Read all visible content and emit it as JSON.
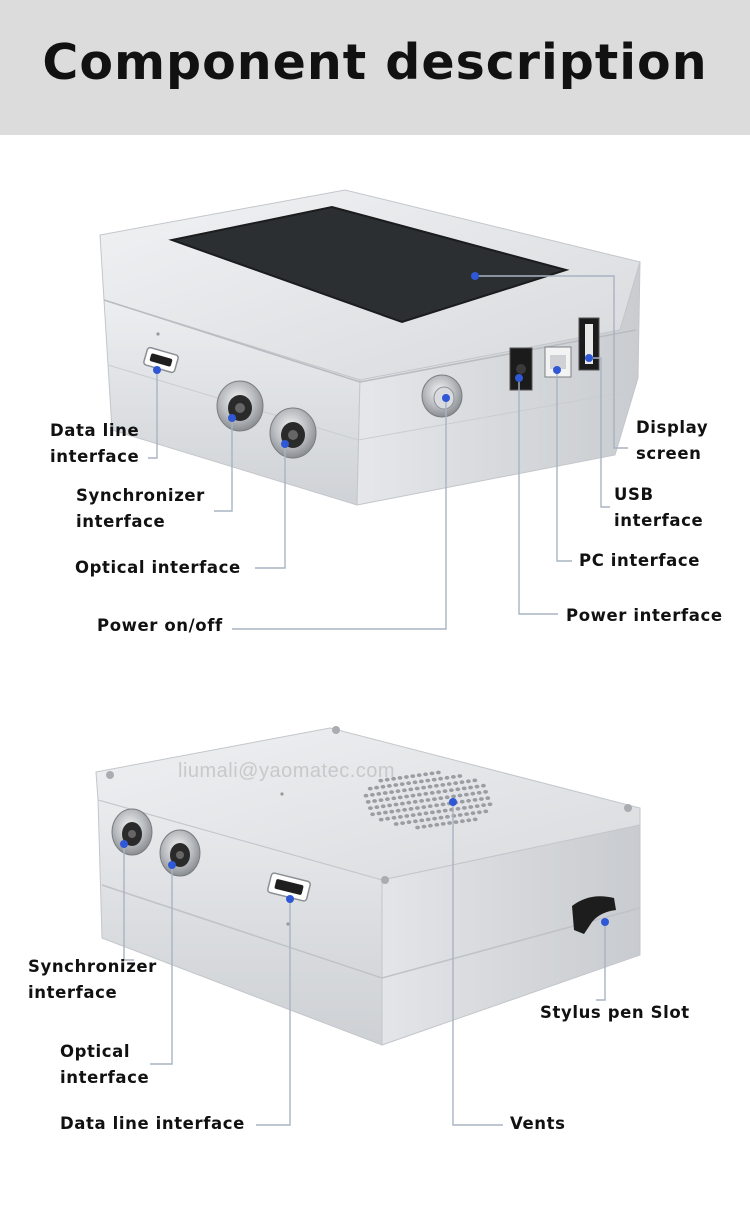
{
  "header": {
    "title": "Component description"
  },
  "watermark": "liumali@yaomatec.com",
  "top_labels": {
    "data_line": [
      "Data line",
      "interface"
    ],
    "synchronizer": [
      "Synchronizer",
      "interface"
    ],
    "optical": "Optical interface",
    "power_onoff": "Power on/off",
    "display": [
      "Display",
      "screen"
    ],
    "usb": [
      "USB",
      "interface"
    ],
    "pc": "PC interface",
    "power_interface": "Power interface"
  },
  "bottom_labels": {
    "synchronizer": [
      "Synchronizer",
      "interface"
    ],
    "optical": [
      "Optical",
      "interface"
    ],
    "data_line": "Data line interface",
    "stylus": "Stylus pen Slot",
    "vents": "Vents"
  },
  "colors": {
    "header_bg": "#dcdcdc",
    "callout_line": "#a9b3c2",
    "callout_dot": "#2f58d6",
    "device_body": "#e2e4e7",
    "screen": "#2c2f31"
  }
}
